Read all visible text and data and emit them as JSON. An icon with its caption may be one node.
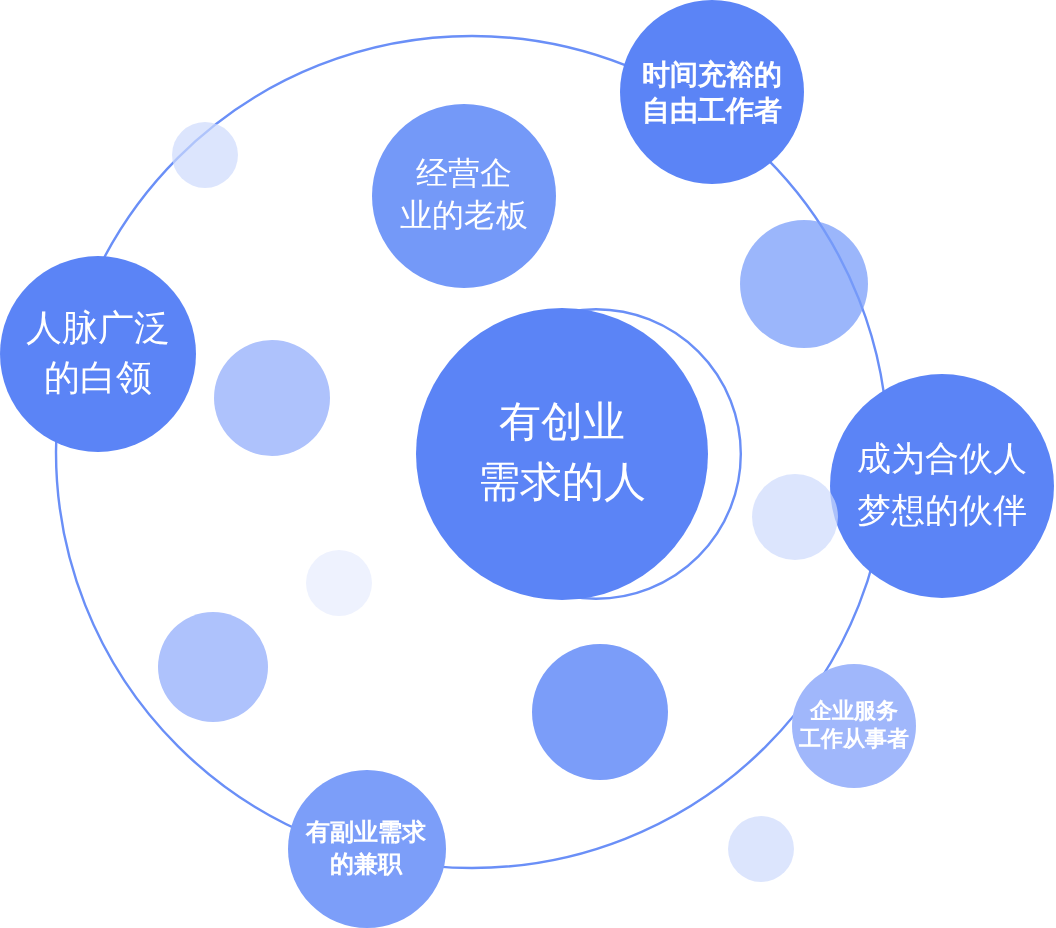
{
  "diagram": {
    "nodes": [
      {
        "text": [
          "时间充裕的自由工作者"
        ]
      },
      {
        "text": [],
        "shape": "circle"
      },
      {
        "text": [
          "经营企业的老板"
        ]
      },
      {
        "text": [],
        "shape": "circle"
      },
      {
        "text": [
          "人脉广泛的白领"
        ]
      },
      {
        "text": [],
        "shape": "circle"
      },
      {
        "text": [
          "有创业需求的人"
        ]
      },
      {
        "text": [
          "成为合伙人梦想的伙伴"
        ]
      },
      {
        "text": [],
        "shape": "circle"
      },
      {
        "text": [],
        "shape": "circle"
      },
      {
        "text": [],
        "shape": "circle"
      },
      {
        "text": [],
        "shape": "circle"
      },
      {
        "text": [
          "企业服务工作从事者"
        ]
      },
      {
        "text": [
          "有副业需求的兼职"
        ]
      },
      {
        "text": [],
        "shape": "circle"
      }
    ]
  }
}
